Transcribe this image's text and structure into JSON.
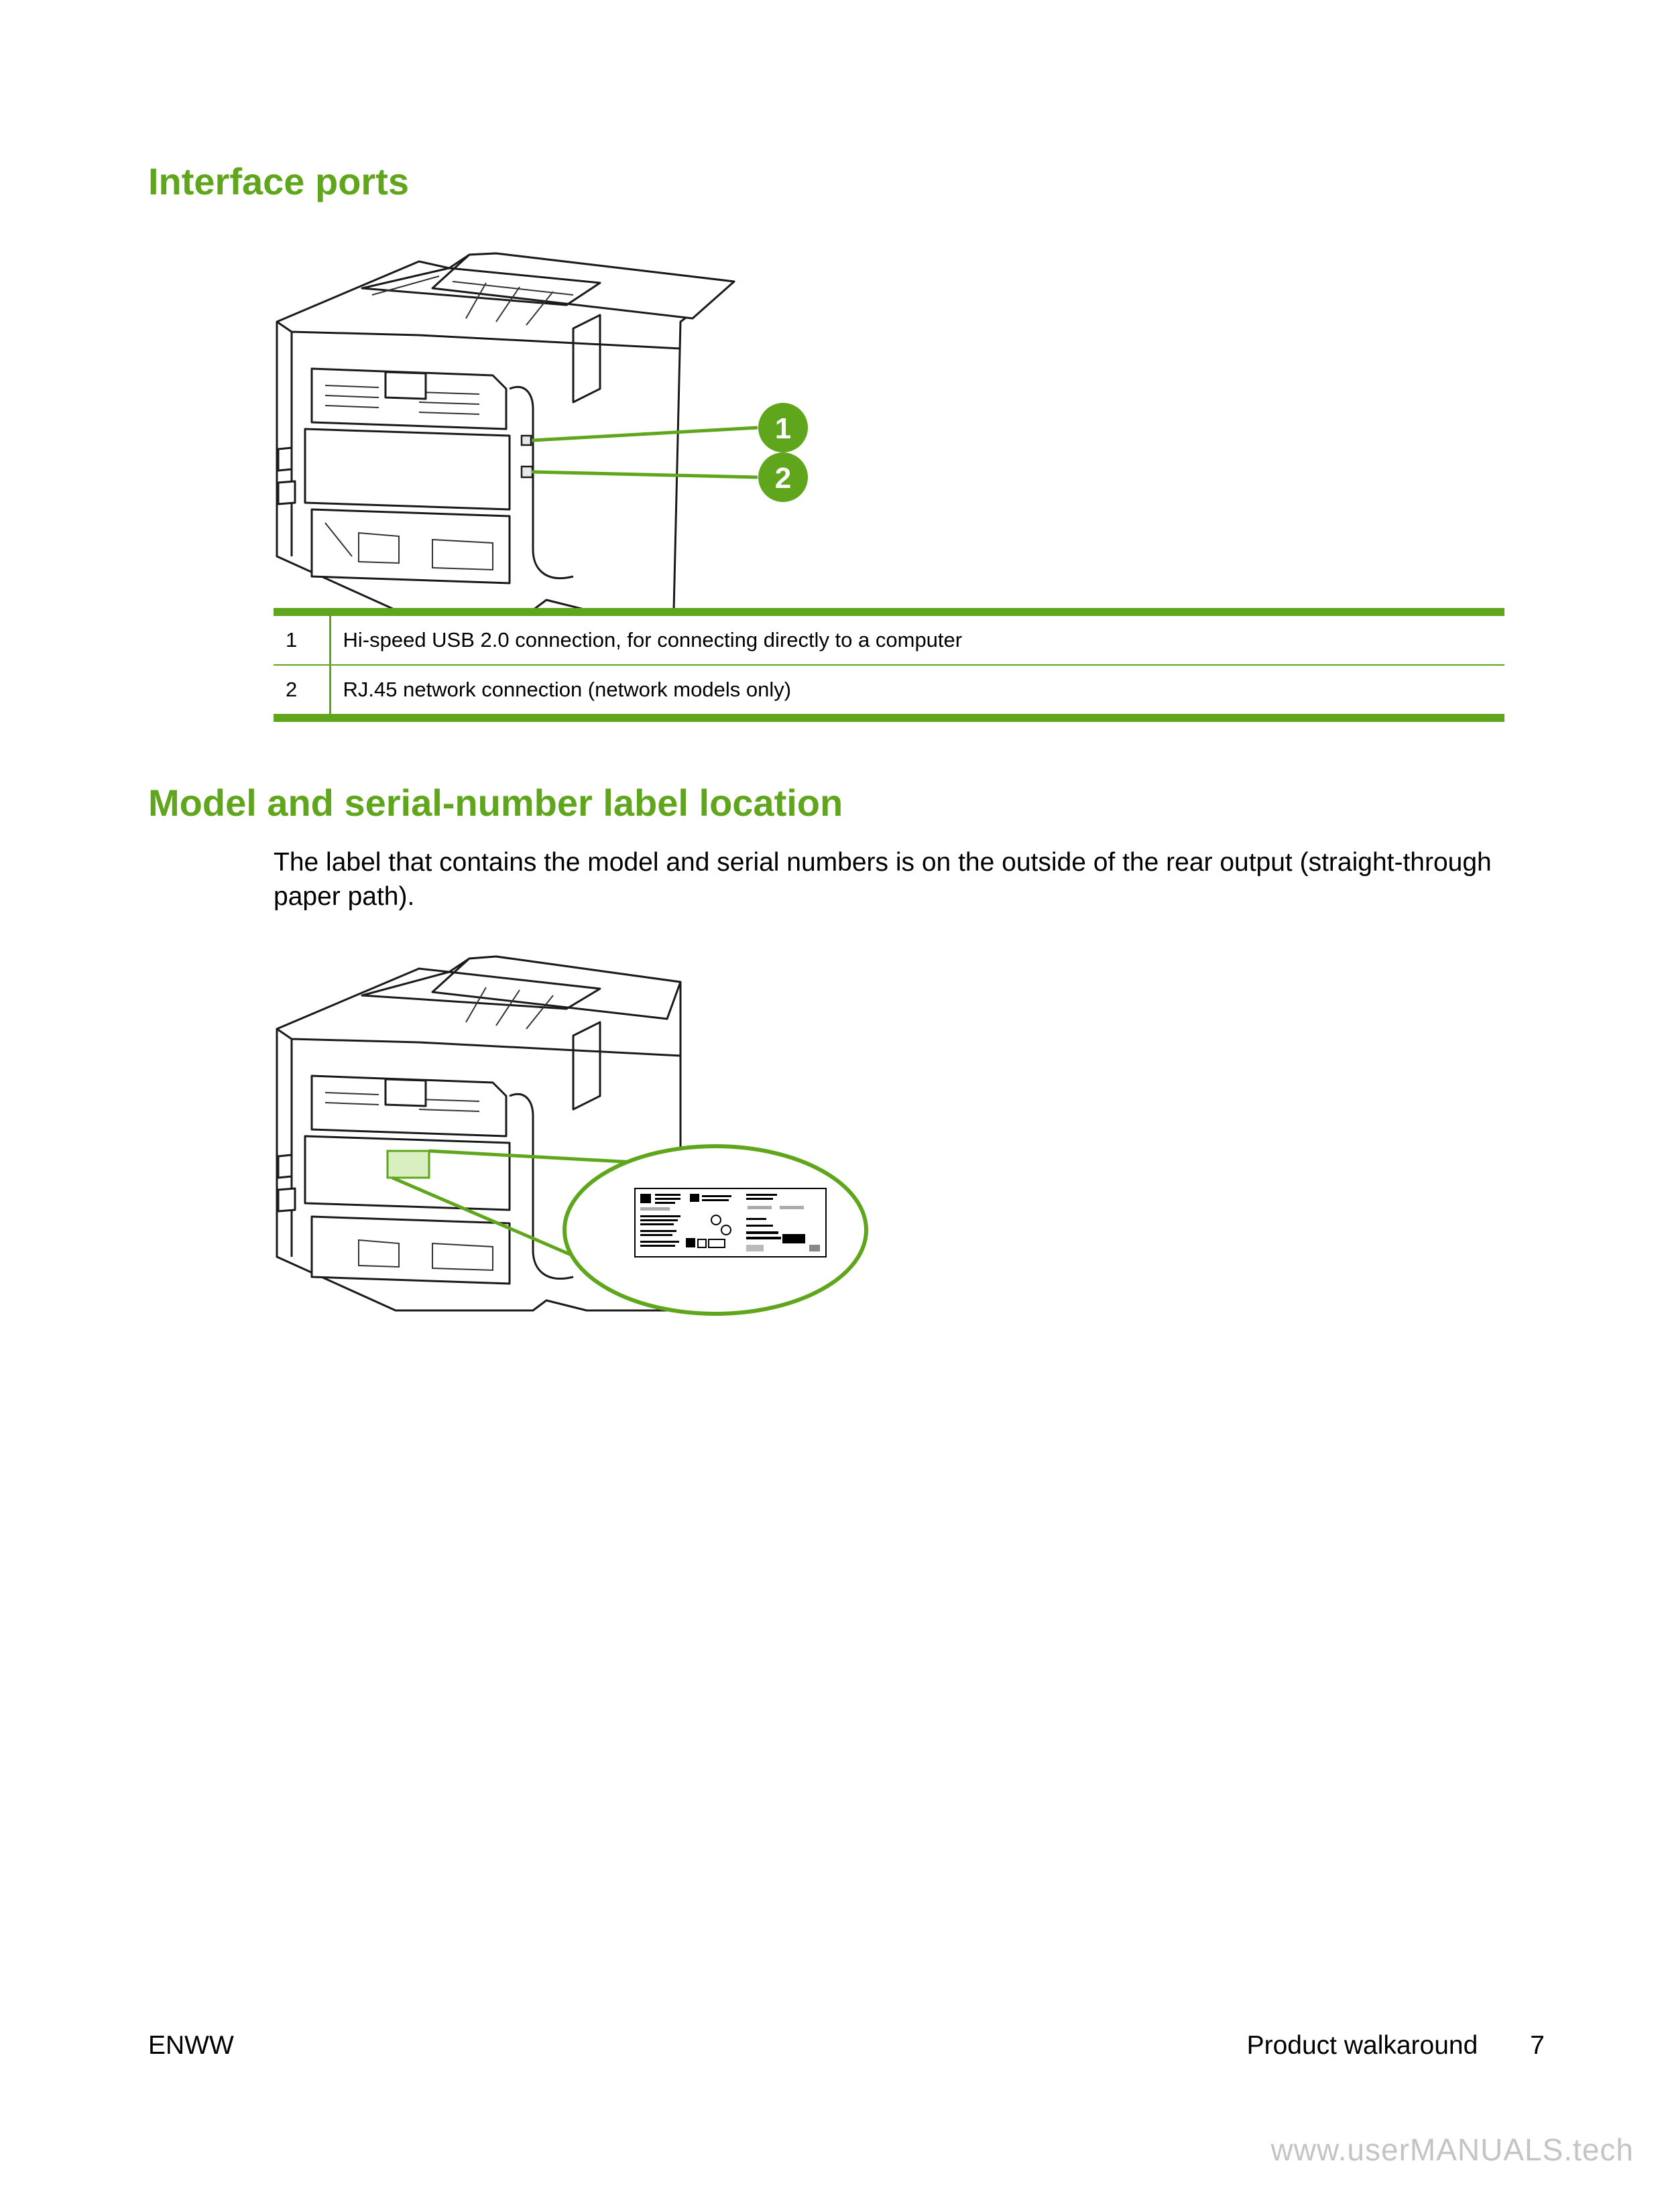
{
  "sections": {
    "interface": {
      "title": "Interface ports",
      "callouts": [
        {
          "number": "1",
          "description": "Hi-speed USB 2.0 connection, for connecting directly to a computer"
        },
        {
          "number": "2",
          "description": "RJ.45 network connection (network models only)"
        }
      ],
      "figure_markers": [
        "1",
        "2"
      ]
    },
    "model_label": {
      "title": "Model and serial-number label location",
      "body": "The label that contains the model and serial numbers is on the outside of the rear output (straight-through paper path)."
    }
  },
  "footer": {
    "left": "ENWW",
    "section": "Product walkaround",
    "page": "7"
  },
  "watermark": "www.userMANUALS.tech",
  "colors": {
    "accent": "#5fa61c"
  }
}
